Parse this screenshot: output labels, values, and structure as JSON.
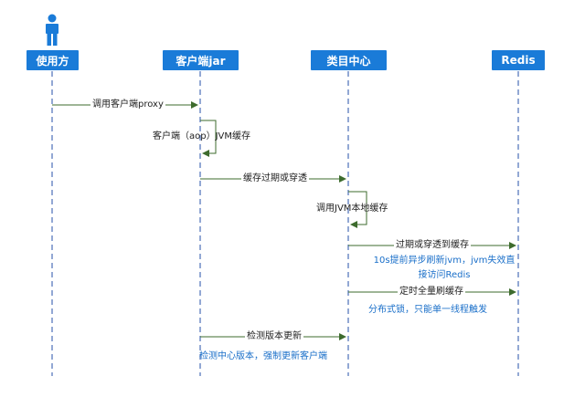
{
  "colors": {
    "actor_fill": "#1a7bd8",
    "lifeline": "#4b6fb8",
    "message_line": "#3d6b2d",
    "note_text": "#1a6fc9"
  },
  "actor_icon": "person-icon",
  "participants": [
    "使用方",
    "客户端jar",
    "类目中心",
    "Redis"
  ],
  "messages": [
    "调用客户端proxy",
    "客户端（aop）JVM缓存",
    "缓存过期或穿透",
    "调用JVM本地缓存",
    "过期或穿透到缓存",
    "定时全量刷缓存",
    "检测版本更新"
  ],
  "notes": {
    "redis_async_line1": "10s提前异步刷新jvm，jvm失效直",
    "redis_async_line2": "接访问Redis",
    "lock": "分布式锁，只能单一线程触发",
    "version": "检测中心版本，强制更新客户端"
  }
}
